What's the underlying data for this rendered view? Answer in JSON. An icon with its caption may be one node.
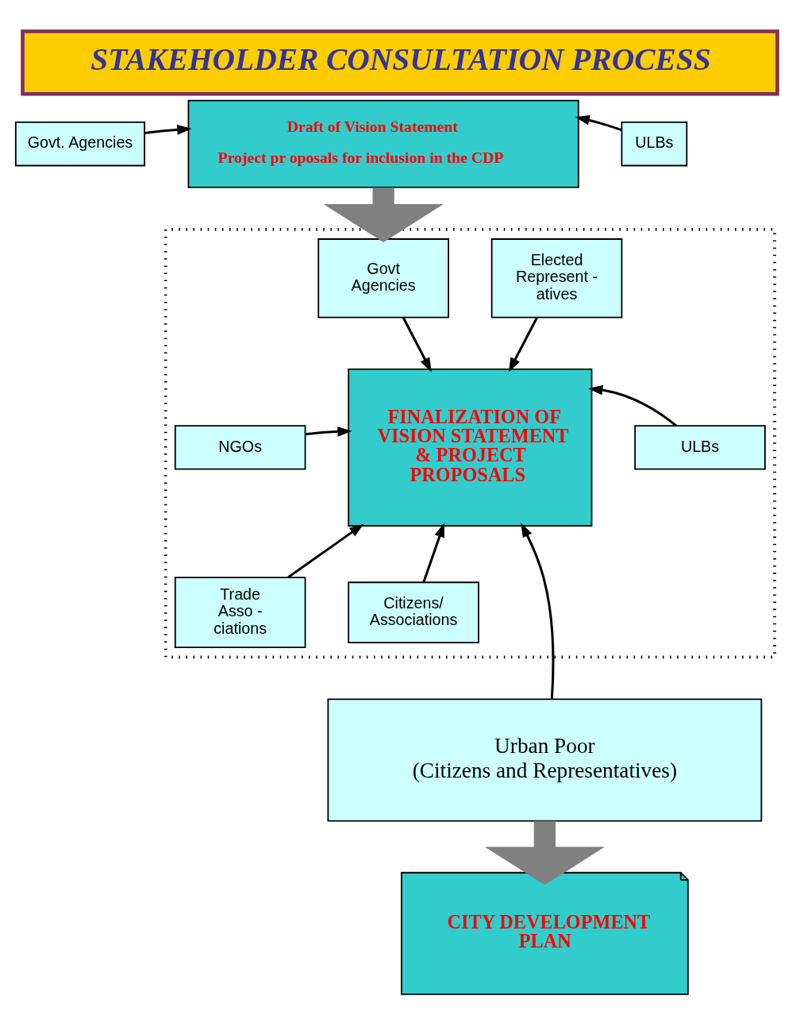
{
  "diagram": {
    "title": "STAKEHOLDER CONSULTATION PROCESS",
    "nodes": [
      {
        "text": [
          "Govt. Agencies"
        ]
      },
      {
        "text": [
          "Draft of Vision Statement",
          "Project pr oposals for inclusion in the CDP"
        ]
      },
      {
        "text": [
          "ULBs"
        ]
      },
      {
        "text": [],
        "shape": "box"
      },
      {
        "text": [
          "Govt Agencies"
        ],
        "in": 3
      },
      {
        "text": [
          "Elected Represent - atives"
        ],
        "in": 3
      },
      {
        "text": [
          "FINALIZATION OF VISION STATEMENT & PROJECT PROPOSALS"
        ],
        "in": 3
      },
      {
        "text": [
          "NGOs"
        ],
        "in": 3
      },
      {
        "text": [
          "ULBs"
        ],
        "in": 3
      },
      {
        "text": [
          "Trade Asso - ciations"
        ],
        "in": 3
      },
      {
        "text": [
          "Citizens/ Associations"
        ],
        "in": 3
      },
      {
        "text": [
          "Urban Poor",
          "(Citizens and Representatives)"
        ]
      },
      {
        "text": [
          "CITY DEVELOPMENT PLAN"
        ]
      }
    ],
    "edges": [
      {
        "from": 0,
        "to": 1,
        "arrow": "to"
      },
      {
        "from": 2,
        "to": 1,
        "arrow": "to"
      },
      {
        "from": 1,
        "to": 3,
        "arrow": "to",
        "style": "thick",
        "color": "#808080"
      },
      {
        "from": 4,
        "to": 6,
        "arrow": "to"
      },
      {
        "from": 5,
        "to": 6,
        "arrow": "to"
      },
      {
        "from": 7,
        "to": 6,
        "arrow": "to"
      },
      {
        "from": 8,
        "to": 6,
        "arrow": "to"
      },
      {
        "from": 9,
        "to": 6,
        "arrow": "to"
      },
      {
        "from": 10,
        "to": 6,
        "arrow": "to"
      },
      {
        "from": 11,
        "to": 6,
        "arrow": "to"
      },
      {
        "from": 11,
        "to": 12,
        "arrow": "to",
        "style": "thick",
        "color": "#808080"
      }
    ]
  }
}
